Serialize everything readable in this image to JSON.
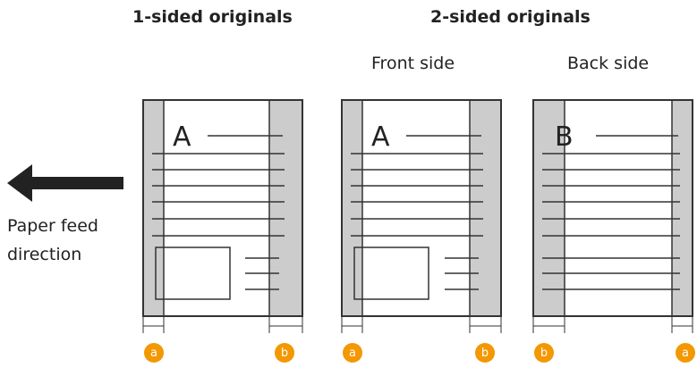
{
  "headings": {
    "one_sided": "1-sided originals",
    "two_sided": "2-sided originals"
  },
  "subheadings": {
    "front": "Front side",
    "back": "Back side"
  },
  "feed": {
    "line1": "Paper feed",
    "line2": "direction"
  },
  "letters": {
    "doc1": "A",
    "doc2": "A",
    "doc3": "B"
  },
  "badges": {
    "doc1_left": "a",
    "doc1_right": "b",
    "doc2_left": "a",
    "doc2_right": "b",
    "doc3_left": "b",
    "doc3_right": "a"
  },
  "colors": {
    "badge": "#f39800",
    "margin_shade": "#cccccc",
    "line": "#333333"
  }
}
